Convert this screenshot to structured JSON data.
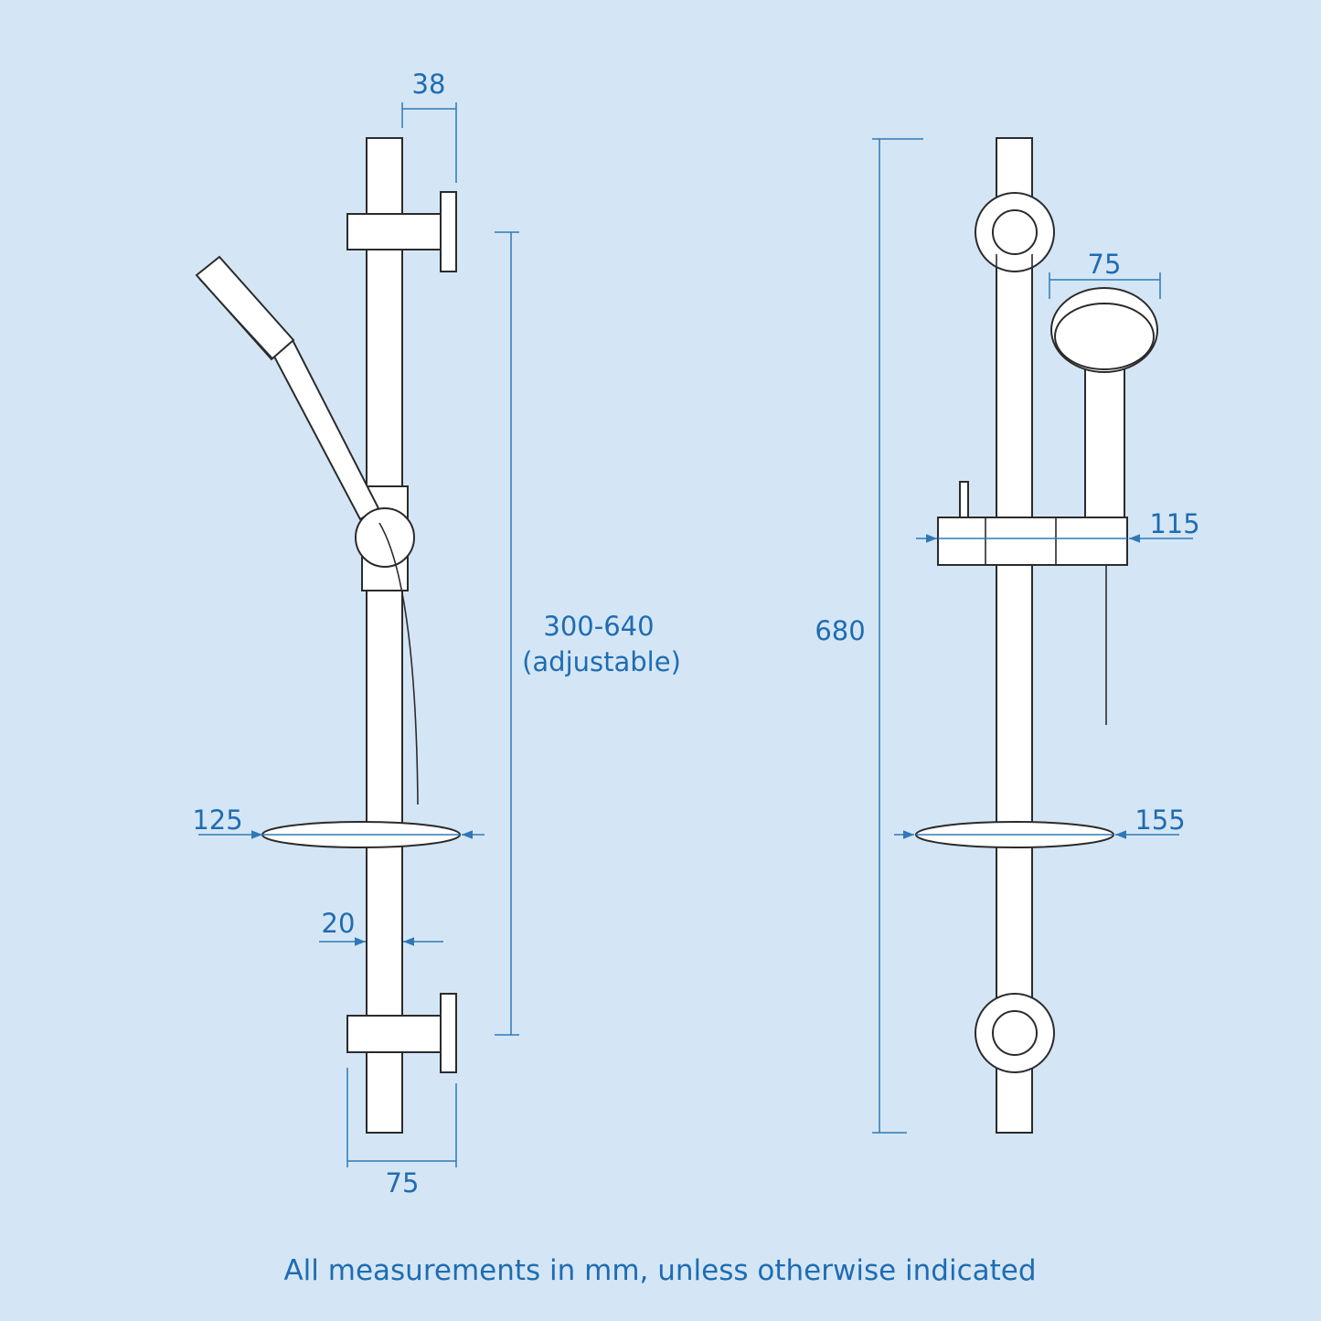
{
  "colors": {
    "background": "#d4e6f5",
    "dimension": "#1f6cb2",
    "outline": "#2b2b2b",
    "part_fill": "#ffffff"
  },
  "side_view": {
    "dim_bracket_depth": "38",
    "dim_soap_dish": "125",
    "dim_rail_diameter": "20",
    "dim_bracket_width": "75",
    "dim_bracket_spacing": "300-640",
    "dim_bracket_spacing_note": "(adjustable)"
  },
  "front_view": {
    "dim_head_diameter": "75",
    "dim_slider_width": "115",
    "dim_rail_length": "680",
    "dim_soap_dish": "155"
  },
  "footer": "All measurements in mm, unless otherwise indicated"
}
